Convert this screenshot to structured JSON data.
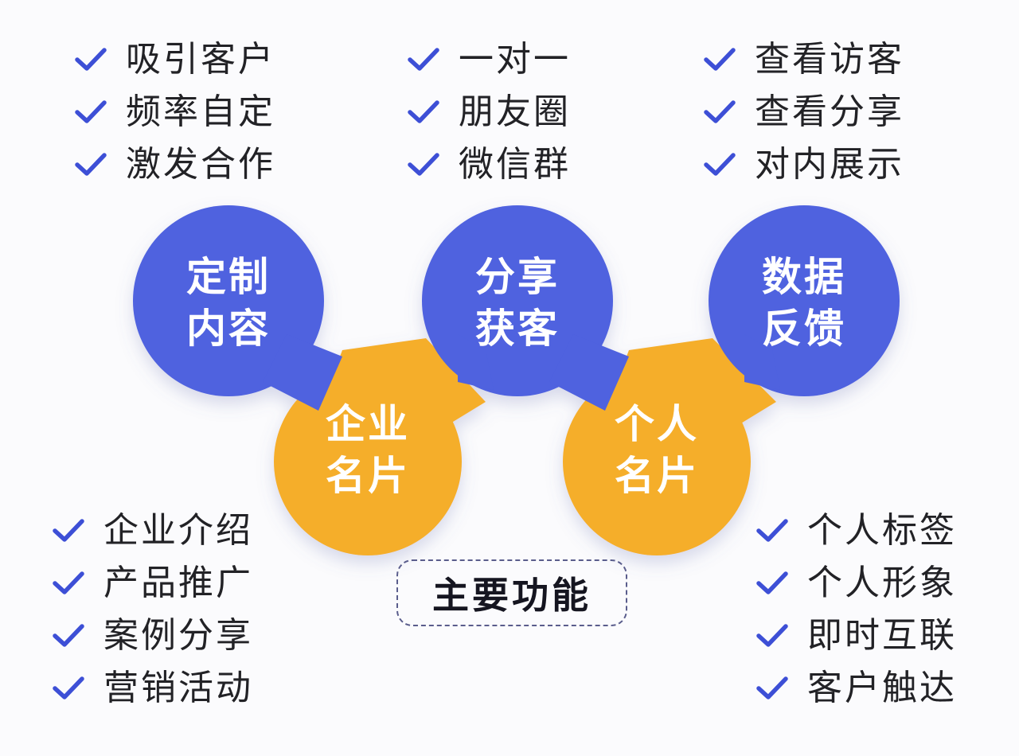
{
  "colors": {
    "blue": "#4f62df",
    "orange": "#f5ae2a",
    "check": "#3d4fd6",
    "text": "#222226"
  },
  "check_icon": "checkmark-icon",
  "top_lists": [
    {
      "items": [
        "吸引客户",
        "频率自定",
        "激发合作"
      ]
    },
    {
      "items": [
        "一对一",
        "朋友圈",
        "微信群"
      ]
    },
    {
      "items": [
        "查看访客",
        "查看分享",
        "对内展示"
      ]
    }
  ],
  "bottom_lists": [
    {
      "items": [
        "企业介绍",
        "产品推广",
        "案例分享",
        "营销活动"
      ]
    },
    {
      "items": [
        "个人标签",
        "个人形象",
        "即时互联",
        "客户触达"
      ]
    }
  ],
  "nodes": {
    "blue": [
      {
        "line1": "定制",
        "line2": "内容"
      },
      {
        "line1": "分享",
        "line2": "获客"
      },
      {
        "line1": "数据",
        "line2": "反馈"
      }
    ],
    "orange": [
      {
        "line1": "企业",
        "line2": "名片"
      },
      {
        "line1": "个人",
        "line2": "名片"
      }
    ]
  },
  "badge": {
    "label": "主要功能"
  }
}
